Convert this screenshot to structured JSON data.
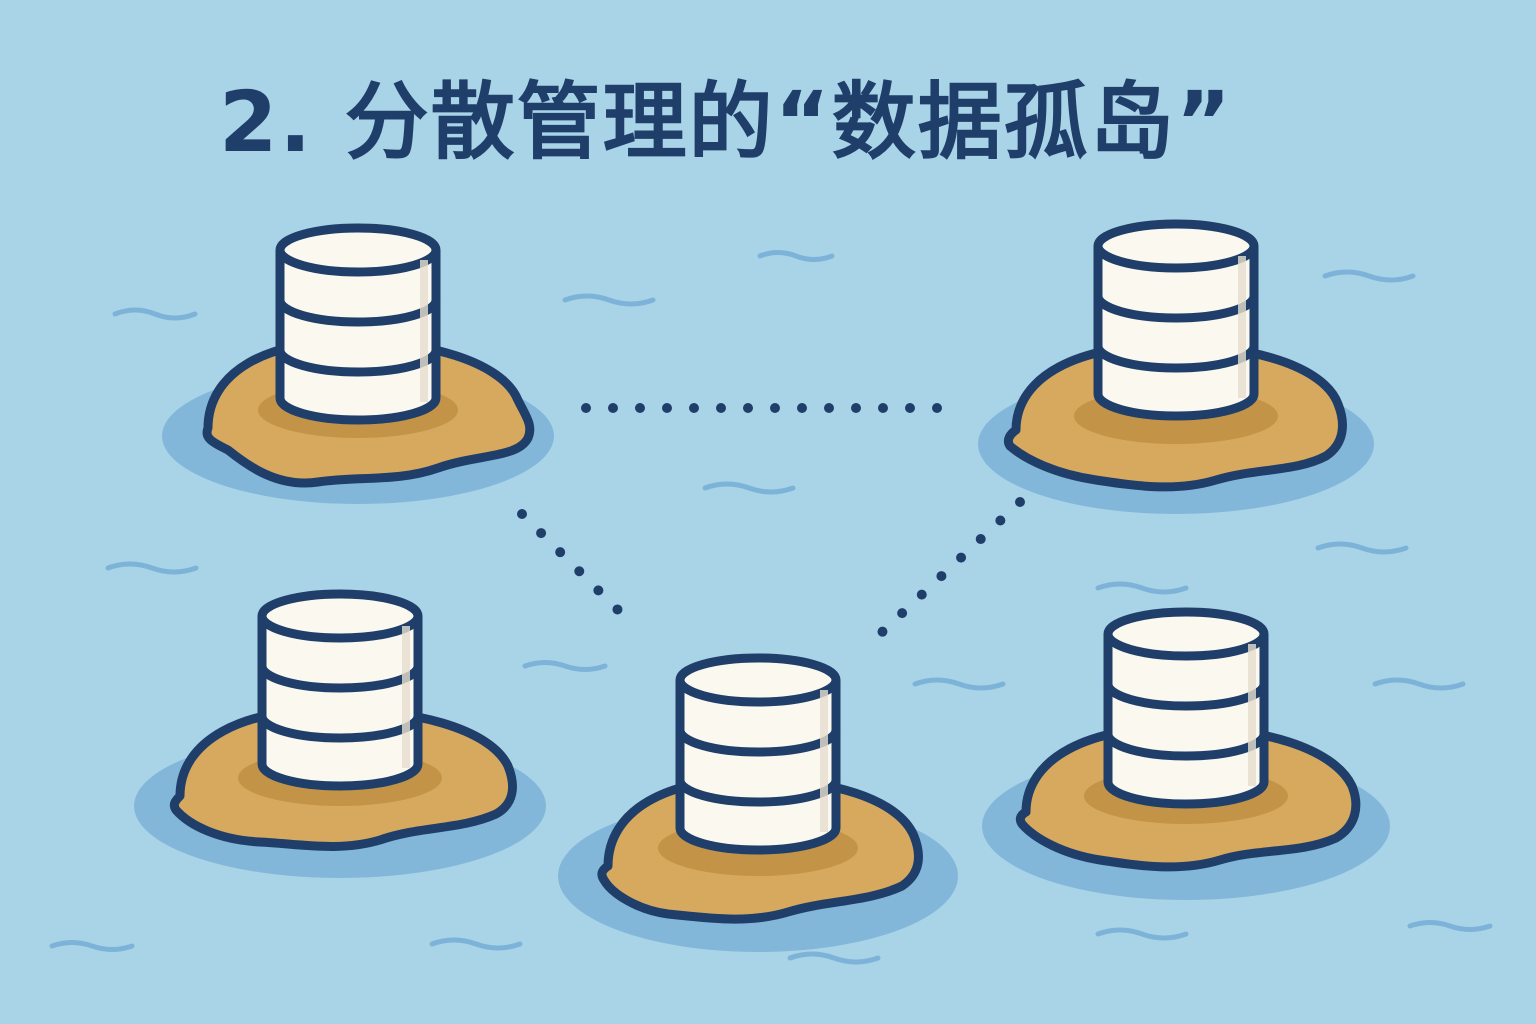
{
  "title": "2. 分散管理的“数据孤岛”",
  "colors": {
    "sea": "#a9d4e7",
    "ripple": "#6fa8d3",
    "island": "#d7a95e",
    "island_shadow": "#c39447",
    "outline": "#1f3f6a",
    "database_body": "#fbf8ef",
    "text": "#1f3f6a"
  },
  "diagram": {
    "node_icon": "database-icon",
    "link_style": "dotted",
    "nodes": [
      {
        "id": "island-top-left"
      },
      {
        "id": "island-top-right"
      },
      {
        "id": "island-bottom-left"
      },
      {
        "id": "island-bottom-center"
      },
      {
        "id": "island-bottom-right"
      }
    ],
    "links": [
      {
        "from": "island-top-left",
        "to": "island-top-right"
      },
      {
        "from": "island-top-left",
        "to": "island-bottom-center"
      },
      {
        "from": "island-top-right",
        "to": "island-bottom-center"
      }
    ]
  }
}
